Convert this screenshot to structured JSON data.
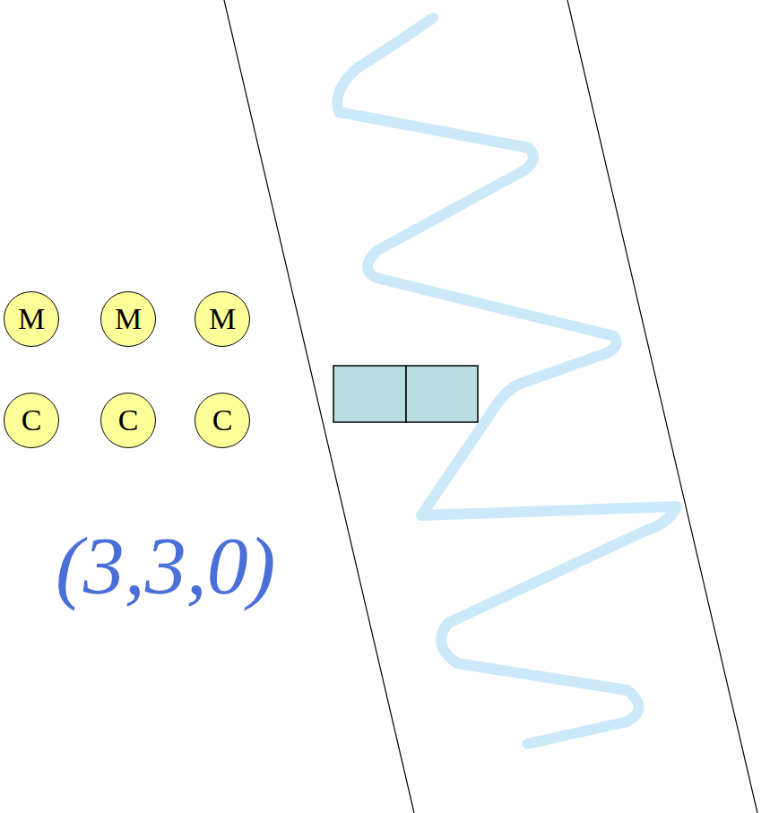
{
  "diagram": {
    "nodes": [
      {
        "text": [
          "M"
        ]
      },
      {
        "text": [
          "M"
        ]
      },
      {
        "text": [
          "M"
        ]
      },
      {
        "text": [
          "C"
        ]
      },
      {
        "text": [
          "C"
        ]
      },
      {
        "text": [
          "C"
        ]
      }
    ],
    "labels": [
      "(3,3,0)"
    ]
  }
}
